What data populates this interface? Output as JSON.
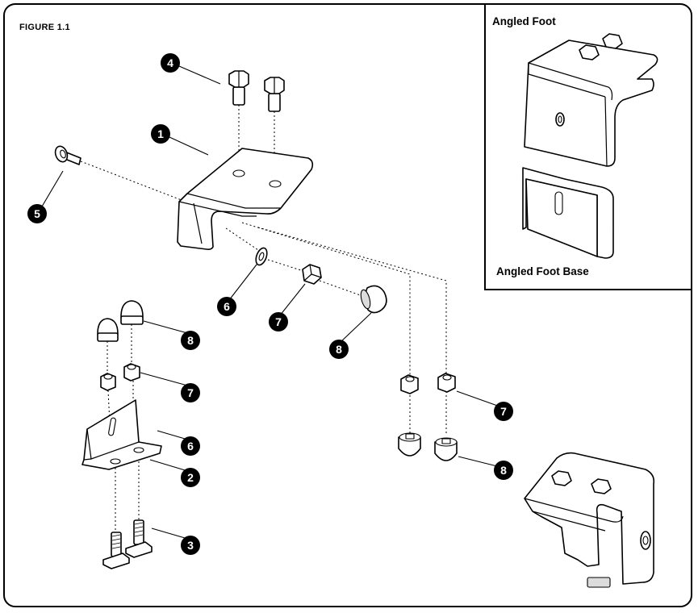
{
  "figure_label": "FIGURE 1.1",
  "inset": {
    "top_label": "Angled Foot",
    "bottom_label": "Angled Foot Base"
  },
  "callouts": {
    "c1": "1",
    "c2": "2",
    "c3": "3",
    "c4": "4",
    "c5": "5",
    "c6a": "6",
    "c6b": "6",
    "c7a": "7",
    "c7b": "7",
    "c7c": "7",
    "c8a": "8",
    "c8b": "8",
    "c8c": "8"
  }
}
